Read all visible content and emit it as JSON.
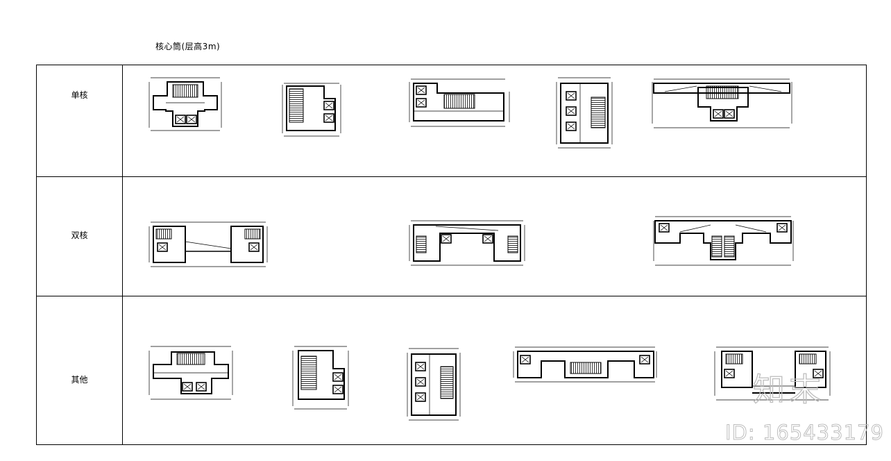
{
  "title": "核心筒(层高3m)",
  "table": {
    "rows": [
      {
        "label": "单核",
        "plan_count": 5
      },
      {
        "label": "双核",
        "plan_count": 3
      },
      {
        "label": "其他",
        "plan_count": 5
      }
    ]
  },
  "plans": {
    "single_core": [
      {
        "name": "single-core-plan-1",
        "type": "central-stair-twin-elevator"
      },
      {
        "name": "single-core-plan-2",
        "type": "stair-with-2-elevators"
      },
      {
        "name": "single-core-plan-3",
        "type": "linear-stair-2-elevators"
      },
      {
        "name": "single-core-plan-4",
        "type": "3-elevators-plus-stair"
      },
      {
        "name": "single-core-plan-5",
        "type": "wide-central-stair-twin-elevator"
      }
    ],
    "double_core": [
      {
        "name": "double-core-plan-1",
        "type": "two-stair-cores-corridor"
      },
      {
        "name": "double-core-plan-2",
        "type": "two-stair-cores-elevators"
      },
      {
        "name": "double-core-plan-3",
        "type": "twin-scissor-stairs-elevators"
      }
    ],
    "other": [
      {
        "name": "other-plan-1",
        "type": "central-stair-twin-elevator"
      },
      {
        "name": "other-plan-2",
        "type": "stair-with-2-elevators"
      },
      {
        "name": "other-plan-3",
        "type": "3-elevators-plus-stair"
      },
      {
        "name": "other-plan-4",
        "type": "linear-central-stair-end-elevators"
      },
      {
        "name": "other-plan-5",
        "type": "two-stairs-corridor"
      }
    ]
  },
  "watermark": {
    "logo": "知末",
    "id": "ID: 165433179"
  },
  "colors": {
    "line": "#000000",
    "background": "#ffffff",
    "watermark": "#bdbdbd"
  }
}
